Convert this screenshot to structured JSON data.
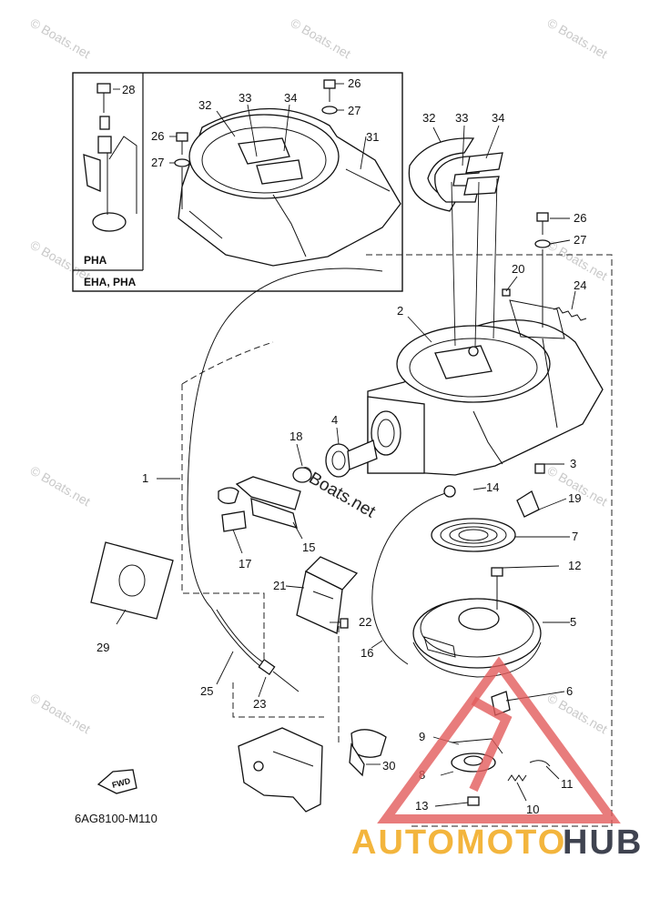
{
  "watermark": {
    "text": "© Boats.net",
    "center_text": "©Boats.net",
    "color": "#c9c9c9"
  },
  "inset": {
    "label_pha": "PHA",
    "label_eha_pha": "EHA, PHA"
  },
  "figure_code": "6AG8100-M110",
  "fwd_label": "FWD",
  "brand": {
    "part_a": "AUTOMOTO",
    "part_b": "HUB",
    "color_a": "#f3b53d",
    "color_b": "#3f4350",
    "triangle_color": "#e25b5b"
  },
  "callouts": [
    {
      "id": "1",
      "text": "1"
    },
    {
      "id": "2",
      "text": "2"
    },
    {
      "id": "3",
      "text": "3"
    },
    {
      "id": "4",
      "text": "4"
    },
    {
      "id": "5",
      "text": "5"
    },
    {
      "id": "6",
      "text": "6"
    },
    {
      "id": "7",
      "text": "7"
    },
    {
      "id": "8",
      "text": "8"
    },
    {
      "id": "9",
      "text": "9"
    },
    {
      "id": "10",
      "text": "10"
    },
    {
      "id": "11",
      "text": "11"
    },
    {
      "id": "12",
      "text": "12"
    },
    {
      "id": "13",
      "text": "13"
    },
    {
      "id": "14",
      "text": "14"
    },
    {
      "id": "15",
      "text": "15"
    },
    {
      "id": "16",
      "text": "16"
    },
    {
      "id": "17",
      "text": "17"
    },
    {
      "id": "18",
      "text": "18"
    },
    {
      "id": "19",
      "text": "19"
    },
    {
      "id": "20",
      "text": "20"
    },
    {
      "id": "21",
      "text": "21"
    },
    {
      "id": "22",
      "text": "22"
    },
    {
      "id": "23",
      "text": "23"
    },
    {
      "id": "24",
      "text": "24"
    },
    {
      "id": "25",
      "text": "25"
    },
    {
      "id": "26a",
      "text": "26"
    },
    {
      "id": "26b",
      "text": "26"
    },
    {
      "id": "26c",
      "text": "26"
    },
    {
      "id": "27a",
      "text": "27"
    },
    {
      "id": "27b",
      "text": "27"
    },
    {
      "id": "27c",
      "text": "27"
    },
    {
      "id": "28",
      "text": "28"
    },
    {
      "id": "29",
      "text": "29"
    },
    {
      "id": "30",
      "text": "30"
    },
    {
      "id": "31",
      "text": "31"
    },
    {
      "id": "32a",
      "text": "32"
    },
    {
      "id": "32b",
      "text": "32"
    },
    {
      "id": "33a",
      "text": "33"
    },
    {
      "id": "33b",
      "text": "33"
    },
    {
      "id": "34a",
      "text": "34"
    },
    {
      "id": "34b",
      "text": "34"
    }
  ]
}
